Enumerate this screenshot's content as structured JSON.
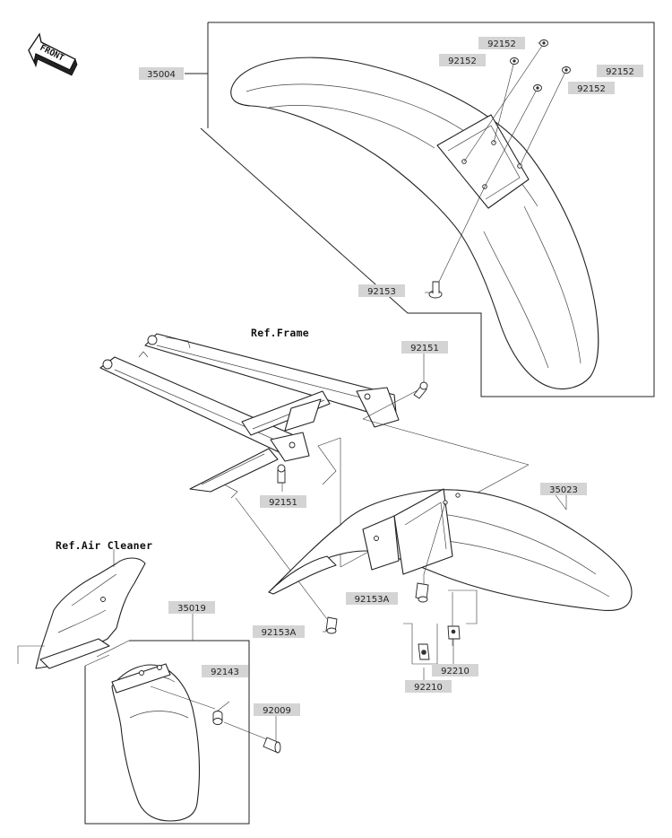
{
  "orientation": {
    "front_label": "FRONT"
  },
  "references": {
    "frame": "Ref.Frame",
    "air_cleaner": "Ref.Air Cleaner"
  },
  "parts": {
    "front_fender": "35004",
    "rear_fender": "35023",
    "mud_flap": "35019",
    "washer_a": "92152",
    "washer_b": "92152",
    "washer_c": "92152",
    "washer_d": "92152",
    "bolt_front_fender": "92153",
    "bolt_frame_upper": "92151",
    "bolt_frame_lower": "92151",
    "bolt_rear_a": "92153A",
    "bolt_rear_b": "92153A",
    "nut_a": "92210",
    "nut_b": "92210",
    "collar": "92143",
    "bolt_flap": "92009"
  },
  "colors": {
    "label_background": "#d4d4d4",
    "line": "#222222"
  }
}
